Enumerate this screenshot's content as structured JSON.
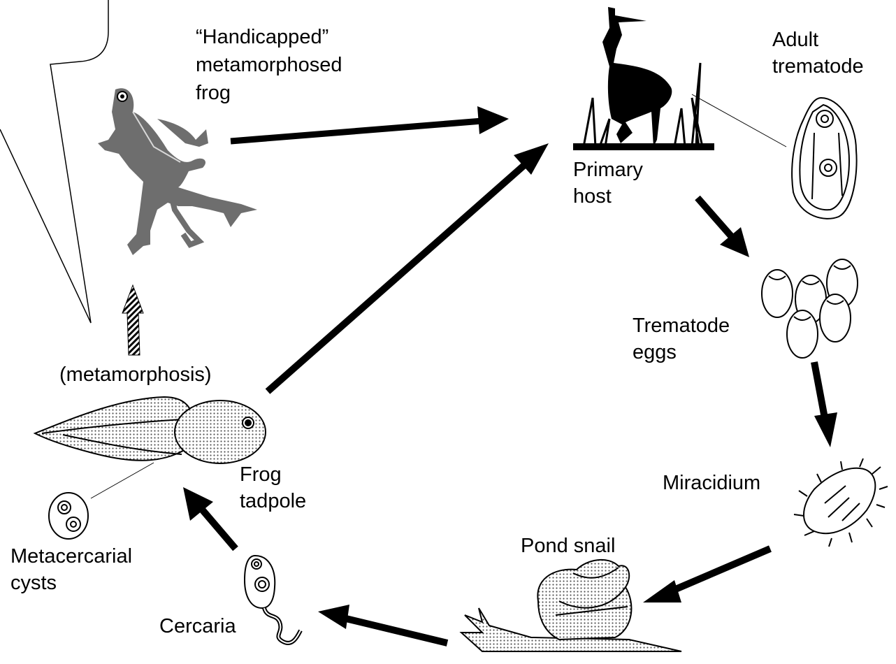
{
  "labels": {
    "handicapped_frog": [
      "“Handicapped”",
      "metamorphosed",
      "frog"
    ],
    "adult_trematode": [
      "Adult",
      "trematode"
    ],
    "primary_host": [
      "Primary",
      "host"
    ],
    "trematode_eggs": [
      "Trematode",
      "eggs"
    ],
    "metamorphosis": "(metamorphosis)",
    "frog_tadpole": [
      "Frog",
      "tadpole"
    ],
    "miracidium": "Miracidium",
    "pond_snail": "Pond snail",
    "metacercarial_cysts": [
      "Metacercarial",
      "cysts"
    ],
    "cercaria": "Cercaria"
  },
  "colors": {
    "ink": "#000000",
    "frog_gray": "#6e6e6e",
    "stipple_fill": "#cfcfcf",
    "background": "#ffffff"
  }
}
